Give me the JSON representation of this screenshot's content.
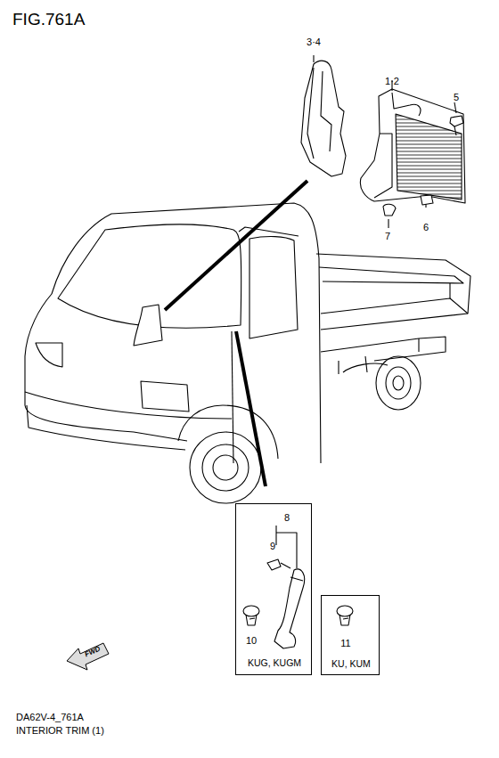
{
  "diagram": {
    "title": "FIG.761A",
    "nodes": [
      {
        "text": [
          "8",
          "9",
          "10",
          "KUG, KUGM"
        ]
      },
      {
        "text": [
          "11",
          "KU, KUM"
        ]
      }
    ],
    "labels": [
      "3·4",
      "1·2",
      "5",
      "7",
      "6",
      "FWD",
      "DA62V-4_761A",
      "INTERIOR TRIM (1)"
    ]
  }
}
